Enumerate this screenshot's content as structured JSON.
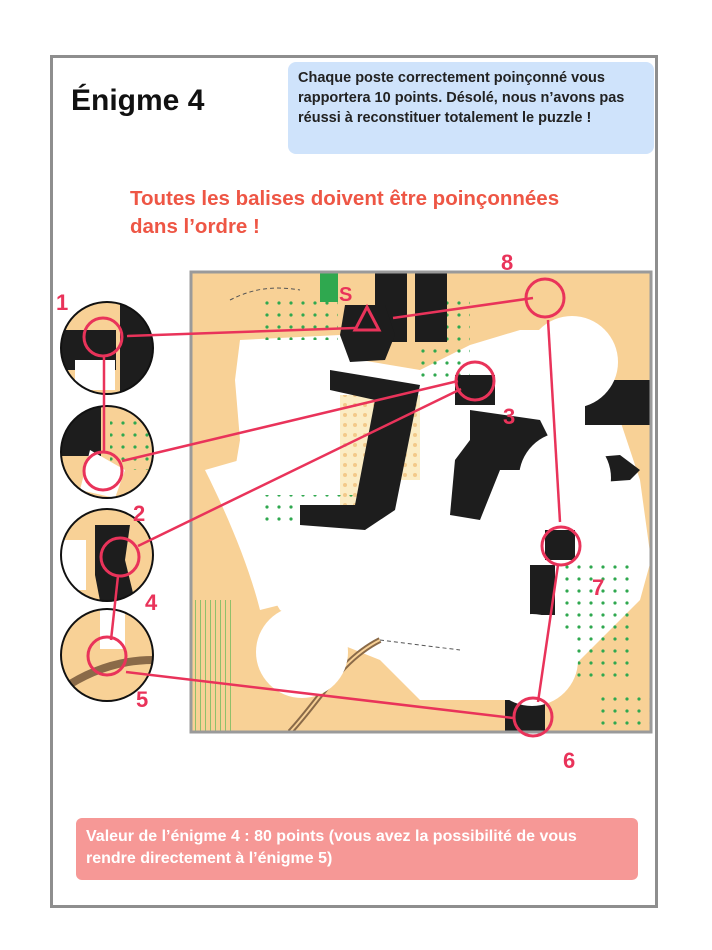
{
  "title": "Énigme 4",
  "info_text": "Chaque poste correctement poinçonné vous rapportera 10 points. Désolé, nous n’avons pas réussi à reconstituer totalement le puzzle !",
  "instruction_text": "Toutes les balises doivent être poinçonnées dans l’ordre !",
  "footer_text": "Valeur de l’énigme 4 : 80 points (vous avez la possibilité de vous rendre directement à l’énigme 5)",
  "start_label": "S",
  "control_numbers": [
    "1",
    "2",
    "3",
    "4",
    "5",
    "6",
    "7",
    "8"
  ],
  "colors": {
    "accent": "#e9335a",
    "instruction": "#ee5645",
    "info_box": "#cfe3fb",
    "footer_box": "#f69896",
    "map_terrain": "#f8d196",
    "buildings": "#1d1d1d",
    "vegetation_dots": "#2fa84f"
  }
}
